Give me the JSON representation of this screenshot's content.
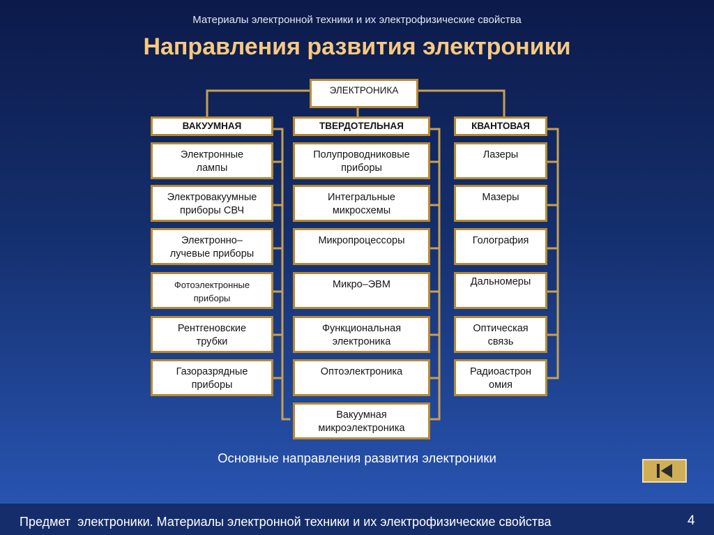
{
  "header": {
    "subtitle": "Материалы электронной техники и их электрофизические свойства",
    "title": "Направления развития электроники"
  },
  "diagram": {
    "root": "ЭЛЕКТРОНИКА",
    "columns": [
      {
        "heading": "ВАКУУМНАЯ",
        "items": [
          "Электронные\nлампы",
          "Электровакуумные\nприборы СВЧ",
          "Электронно–\nлучевые приборы",
          "Фотоэлектронные\nприборы",
          "Рентгеновские\nтрубки",
          "Газоразрядные\nприборы"
        ]
      },
      {
        "heading": "ТВЕРДОТЕЛЬНАЯ",
        "items": [
          "Полупроводниковые\nприборы",
          "Интегральные\nмикросхемы",
          "Микропроцессоры",
          "Микро–ЭВМ",
          "Функциональная\nэлектроника",
          "Оптоэлектроника",
          "Вакуумная\nмикроэлектроника"
        ]
      },
      {
        "heading": "КВАНТОВАЯ",
        "items": [
          "Лазеры",
          "Мазеры",
          "Голография",
          "Дальномеры",
          "Оптическая\nсвязь",
          "Радиоастрон\nомия"
        ]
      }
    ]
  },
  "caption": "Основные направления развития электроники",
  "navigation": {
    "icon": "back-to-start-icon"
  },
  "footer": {
    "text": "Предмет  электроники. Материалы электронной техники и их электрофизические свойства",
    "page_number": "4"
  },
  "colors": {
    "box_border": "#b78a33",
    "connector": "#c8a050",
    "title": "#f7c97f",
    "button": "#d0ae57"
  }
}
